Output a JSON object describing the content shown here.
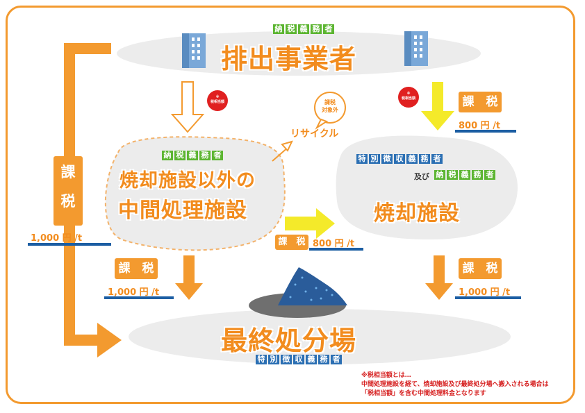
{
  "top_node": {
    "role_tag": [
      "納",
      "税",
      "義",
      "務",
      "者"
    ],
    "title": "排出事業者"
  },
  "intermediate_node": {
    "role_tag": [
      "納",
      "税",
      "義",
      "務",
      "者"
    ],
    "title_line1": "焼却施設以外の",
    "title_line2": "中間処理施設"
  },
  "incinerator_node": {
    "role_tag_blue": [
      "特",
      "別",
      "徴",
      "収",
      "義",
      "務",
      "者"
    ],
    "oyobi": "及び",
    "role_tag_green": [
      "納",
      "税",
      "義",
      "務",
      "者"
    ],
    "title": "焼却施設"
  },
  "final_node": {
    "title": "最終処分場",
    "role_tag": [
      "特",
      "別",
      "徴",
      "収",
      "義",
      "務",
      "者"
    ]
  },
  "recycle": {
    "label": "リサイクル",
    "bubble_line1": "課税",
    "bubble_line2": "対象外"
  },
  "badges": {
    "left": {
      "mark": "※",
      "text": "税相当額"
    },
    "right": {
      "mark": "※",
      "text": "税相当額"
    }
  },
  "taxes": {
    "left_vertical": {
      "c1": "課",
      "c2": "税",
      "price": "1,000 円 /t"
    },
    "top_right": {
      "label": "課　税",
      "price": "800 円 /t"
    },
    "middle": {
      "label": "課　税",
      "price": "800 円 /t"
    },
    "bottom_left": {
      "label": "課　税",
      "price": "1,000 円 /t"
    },
    "bottom_right": {
      "label": "課　税",
      "price": "1,000 円 /t"
    }
  },
  "footnote": {
    "line1": "※税相当額とは…",
    "line2": "中間処理施設を経て、焼却施設及び最終処分場へ搬入される場合は",
    "line3": "「税相当額」を含む中間処理料金となります"
  },
  "colors": {
    "orange": "#f39a2f",
    "green": "#5cb531",
    "blue": "#2b6fb3",
    "yellow": "#f4ea2a",
    "red": "#e02020",
    "gray": "#ececec"
  }
}
